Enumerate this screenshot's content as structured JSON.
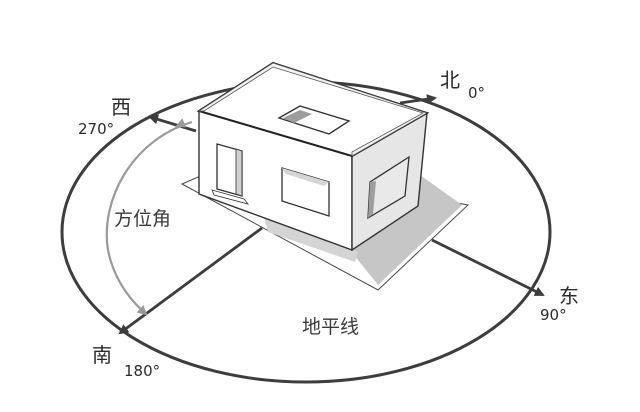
{
  "diagram": {
    "directions": {
      "north": {
        "name": "北",
        "degree": "0°"
      },
      "east": {
        "name": "东",
        "degree": "90°"
      },
      "south": {
        "name": "南",
        "degree": "180°"
      },
      "west": {
        "name": "西",
        "degree": "270°"
      }
    },
    "azimuth_label": "方位角",
    "horizon_label": "地平线",
    "colors": {
      "line": "#3d3d3d",
      "azimuth_arc": "#9a9a9a",
      "shadow": "#c6c6c6",
      "wall_shade": "#e4e4e4"
    }
  }
}
